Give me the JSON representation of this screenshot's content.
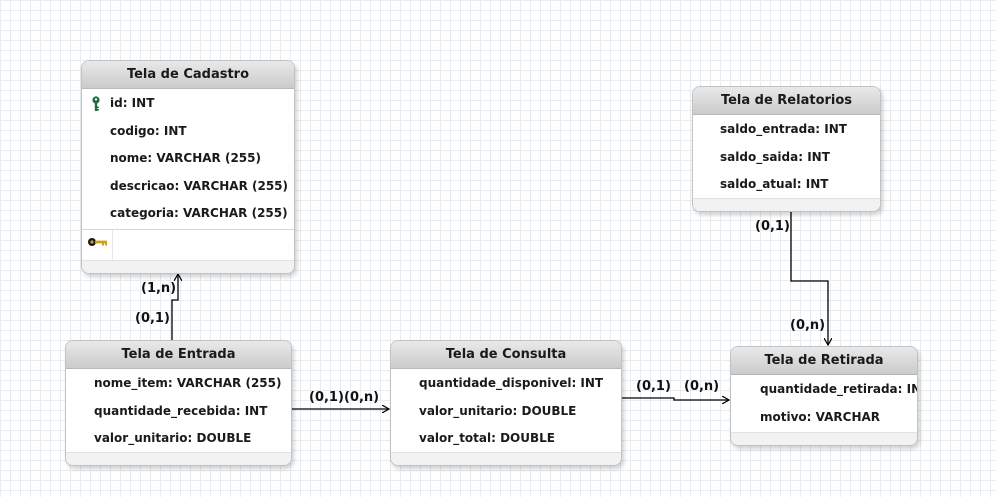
{
  "entities": {
    "cadastro": {
      "title": "Tela de Cadastro",
      "attributes": [
        "id: INT",
        "codigo: INT",
        "nome: VARCHAR (255)",
        "descricao: VARCHAR (255)",
        "categoria: VARCHAR (255)"
      ],
      "primary_key": "id: INT"
    },
    "relatorios": {
      "title": "Tela de Relatorios",
      "attributes": [
        "saldo_entrada: INT",
        "saldo_saida: INT",
        "saldo_atual: INT"
      ]
    },
    "entrada": {
      "title": "Tela de Entrada",
      "attributes": [
        "nome_item: VARCHAR (255)",
        "quantidade_recebida: INT",
        "valor_unitario: DOUBLE"
      ]
    },
    "consulta": {
      "title": "Tela de Consulta",
      "attributes": [
        "quantidade_disponivel: INT",
        "valor_unitario: DOUBLE",
        "valor_total: DOUBLE"
      ]
    },
    "retirada": {
      "title": "Tela de Retirada",
      "attributes": [
        "quantidade_retirada: INT",
        "motivo: VARCHAR"
      ]
    }
  },
  "relationships": [
    {
      "from": "Tela de Entrada",
      "to": "Tela de Cadastro",
      "from_cardinality": "(0,1)",
      "to_cardinality": "(1,n)"
    },
    {
      "from": "Tela de Entrada",
      "to": "Tela de Consulta",
      "from_cardinality": "(0,1)",
      "to_cardinality": "(0,n)"
    },
    {
      "from": "Tela de Consulta",
      "to": "Tela de Retirada",
      "from_cardinality": "(0,1)",
      "to_cardinality": "(0,n)"
    },
    {
      "from": "Tela de Relatorios",
      "to": "Tela de Retirada",
      "from_cardinality": "(0,1)",
      "to_cardinality": "(0,n)"
    }
  ],
  "colors": {
    "header_gradient_top": "#e9e9e9",
    "header_gradient_bottom": "#cbcbcb",
    "grid": "#e6ecef",
    "connector": "#000000",
    "pk_icon": "#1f6b3a",
    "key_icon": "#d4a017"
  },
  "icons": {
    "primary_key": "primary-key-icon",
    "method_section": "key-icon"
  }
}
